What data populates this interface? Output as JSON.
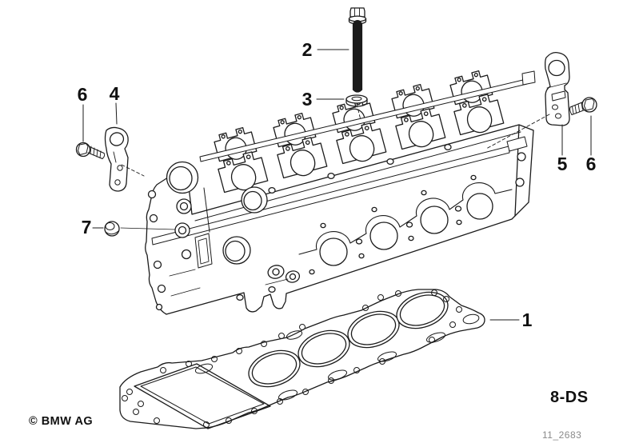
{
  "colors": {
    "background": "#ffffff",
    "line": "#1b1b1b",
    "muted_text": "#8a8a8a"
  },
  "callouts": {
    "c1": "1",
    "c2": "2",
    "c3": "3",
    "c4": "4",
    "c5": "5",
    "c6_left": "6",
    "c6_right": "6",
    "c7": "7"
  },
  "footer": {
    "copyright": "© BMW AG",
    "plate_code": "8-DS",
    "drawing_number": "11_2683"
  }
}
